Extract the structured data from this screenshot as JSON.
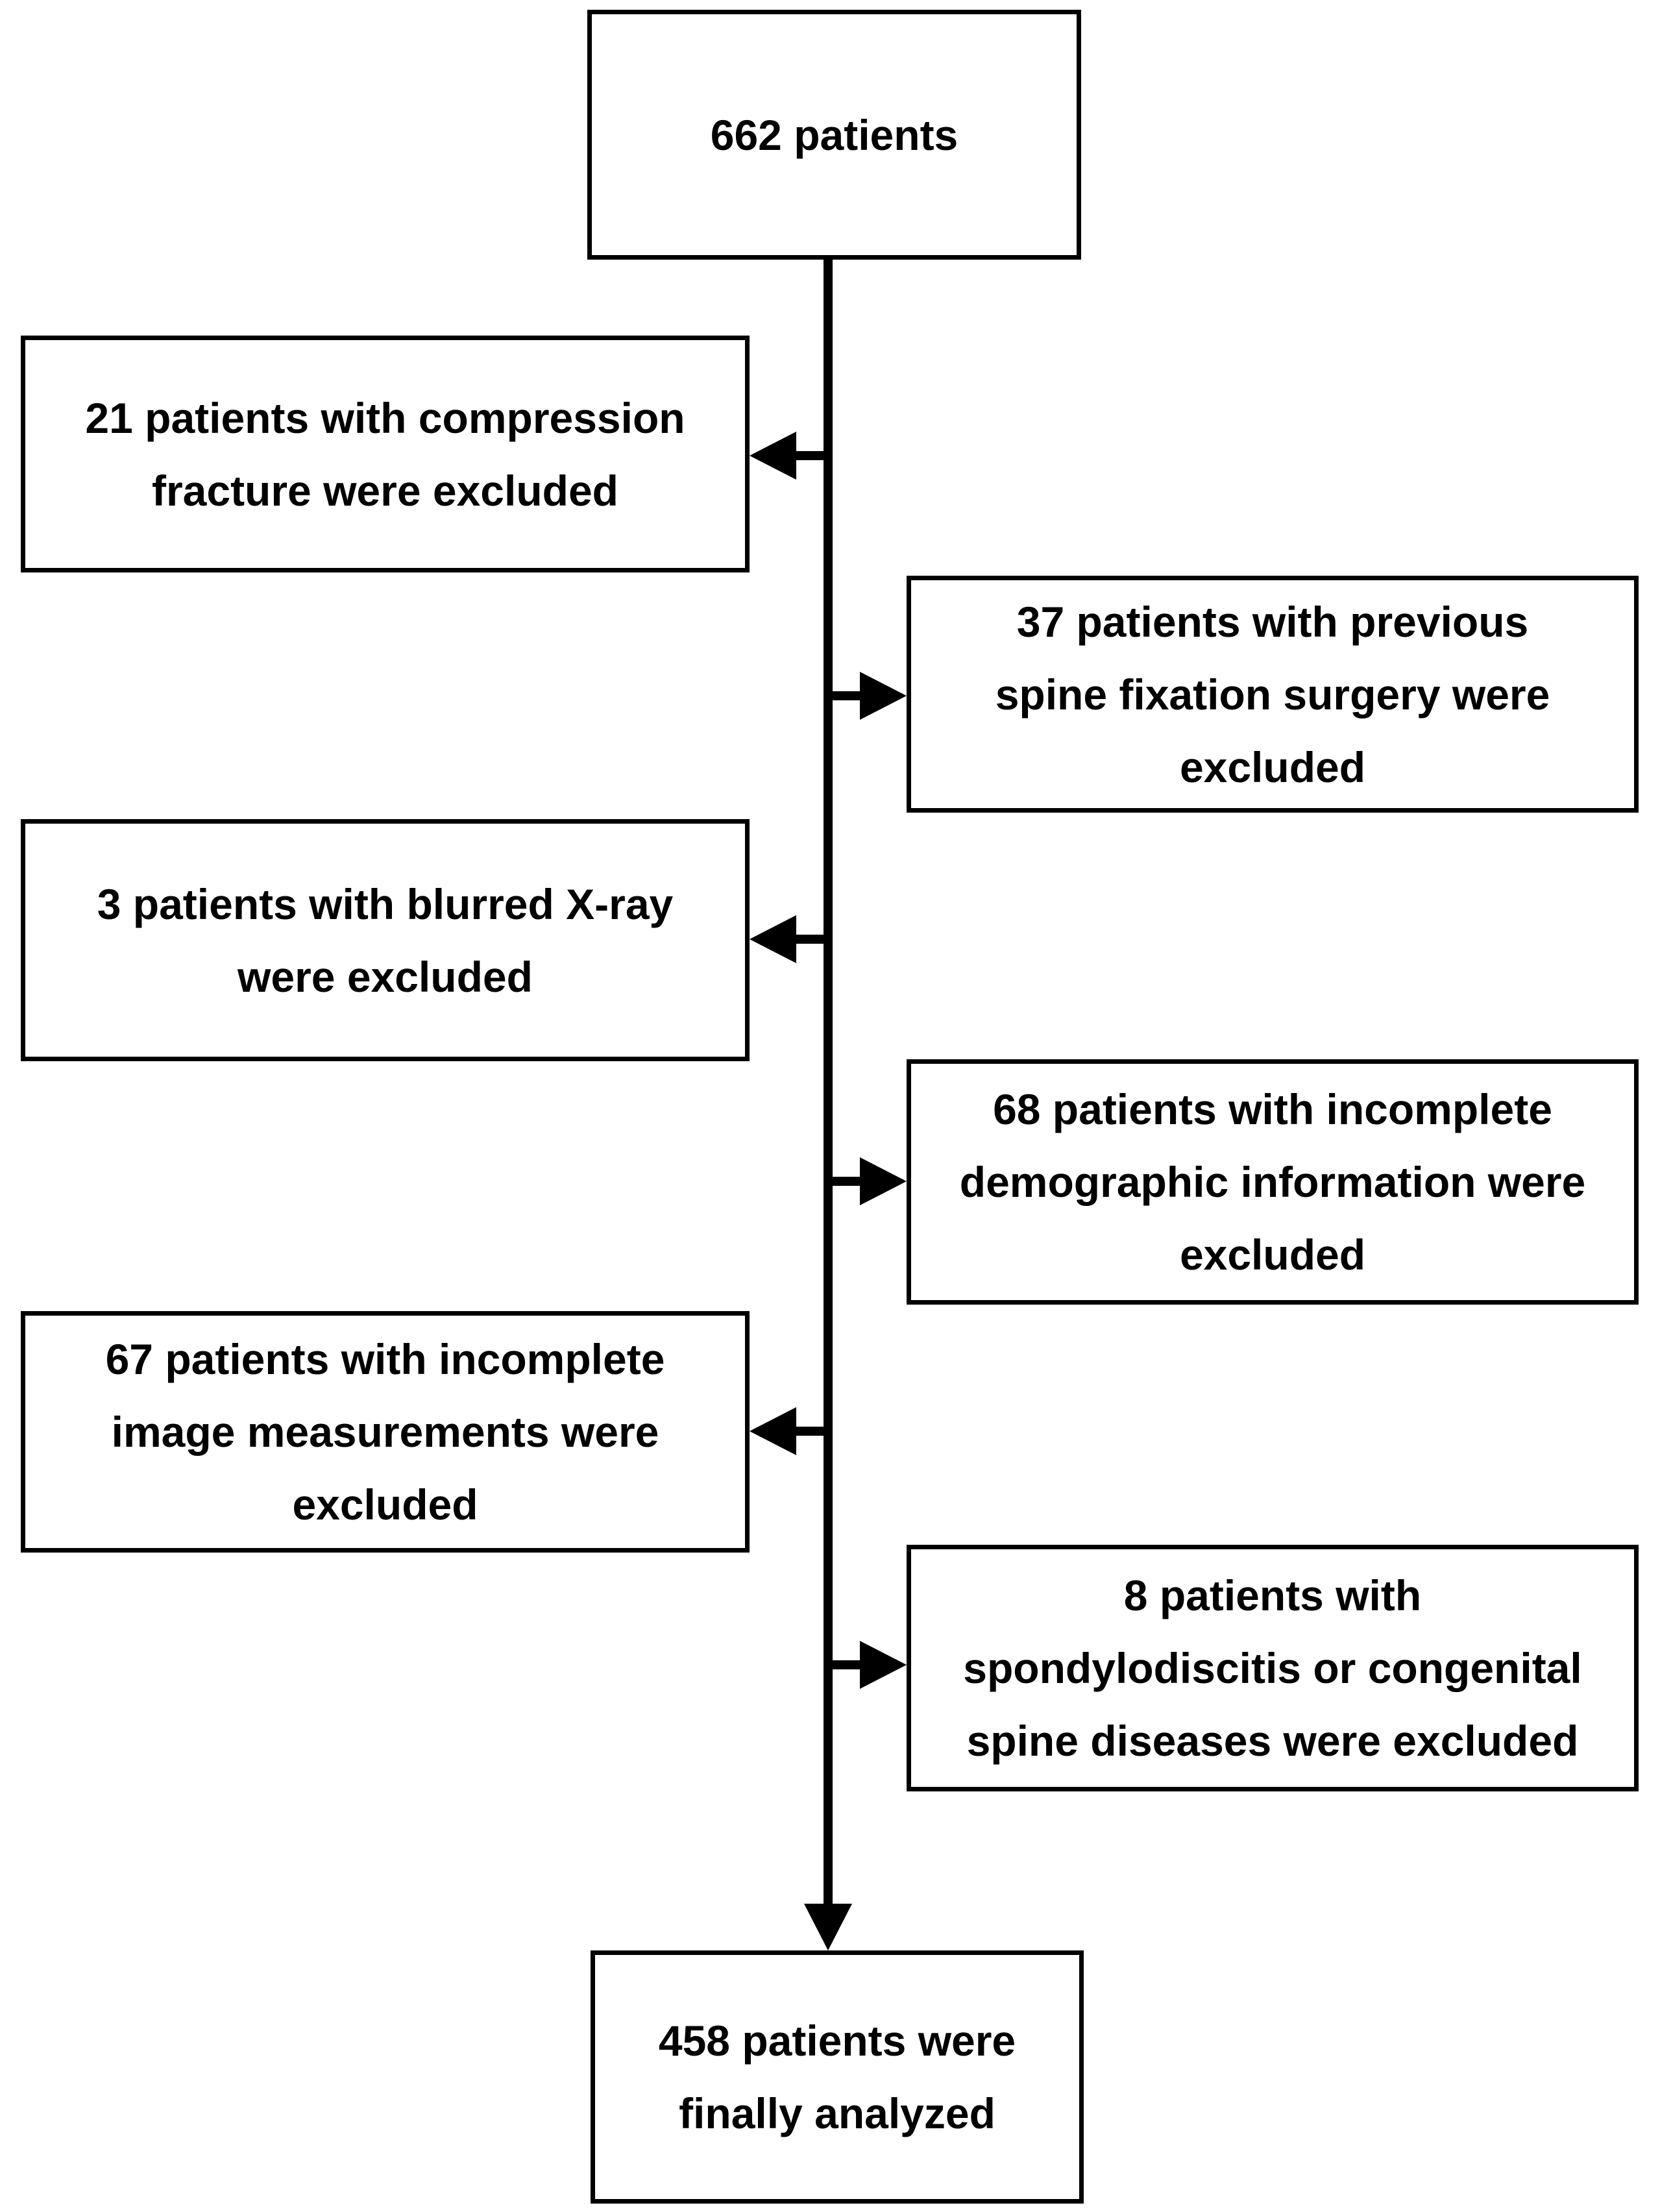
{
  "diagram": {
    "type": "patient-flow-chart",
    "colors": {
      "background": "#ffffff",
      "line": "#000000",
      "text": "#000000"
    },
    "nodes": {
      "start": {
        "label": "662 patients",
        "lines": [
          "662 patients"
        ]
      },
      "excl_compression": {
        "label": "21 patients with compression fracture were excluded",
        "lines": [
          "21 patients with compression",
          "fracture were excluded"
        ],
        "side": "left"
      },
      "excl_fixation": {
        "label": "37 patients with previous spine fixation surgery were excluded",
        "lines": [
          "37 patients with previous",
          "spine fixation surgery were",
          "excluded"
        ],
        "side": "right"
      },
      "excl_blurred": {
        "label": "3 patients with blurred X-ray were excluded",
        "lines": [
          "3 patients with blurred X-ray",
          "were excluded"
        ],
        "side": "left"
      },
      "excl_demographic": {
        "label": "68 patients with incomplete demographic information were excluded",
        "lines": [
          "68 patients with incomplete",
          "demographic information were",
          "excluded"
        ],
        "side": "right"
      },
      "excl_measurements": {
        "label": "67 patients with incomplete image measurements were excluded",
        "lines": [
          "67 patients with incomplete",
          "image measurements were",
          "excluded"
        ],
        "side": "left"
      },
      "excl_spondylodiscitis": {
        "label": "8 patients with spondylodiscitis or congenital spine diseases were excluded",
        "lines": [
          "8 patients with",
          "spondylodiscitis or congenital",
          "spine diseases were excluded"
        ],
        "side": "right"
      },
      "end": {
        "label": "458 patients were finally analyzed",
        "lines": [
          "458 patients were",
          "finally analyzed"
        ]
      }
    }
  }
}
